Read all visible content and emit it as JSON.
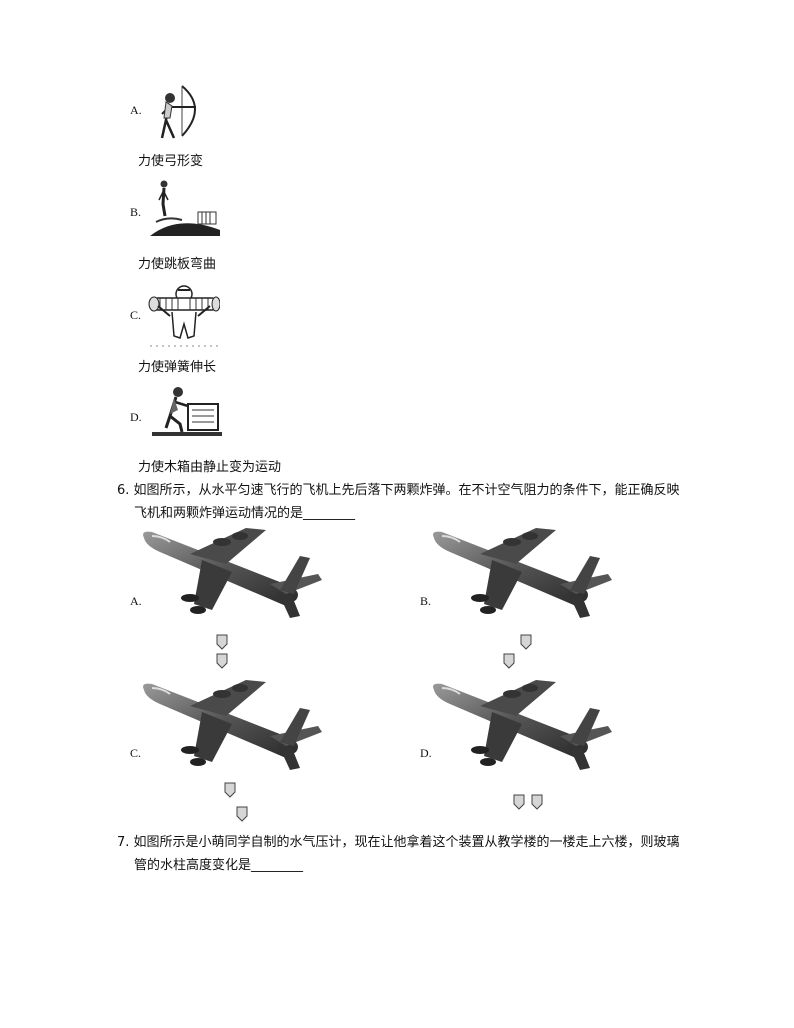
{
  "q5_options": [
    {
      "letter": "A.",
      "caption": "力使弓形变",
      "icon": "archer-icon"
    },
    {
      "letter": "B.",
      "caption": "力使跳板弯曲",
      "icon": "diver-icon"
    },
    {
      "letter": "C.",
      "caption": "力使弹簧伸长",
      "icon": "spring-stretcher-icon"
    },
    {
      "letter": "D.",
      "caption": "力使木箱由静止变为运动",
      "icon": "box-pusher-icon"
    }
  ],
  "q6": {
    "line1": "6. 如图所示，从水平匀速飞行的飞机上先后落下两颗炸弹。在不计空气阻力的条件下，能正确反映",
    "line2": "飞机和两颗炸弹运动情况的是________",
    "options": [
      {
        "letter": "A.",
        "icon": "airplane-icon"
      },
      {
        "letter": "B.",
        "icon": "airplane-icon"
      },
      {
        "letter": "C.",
        "icon": "airplane-icon"
      },
      {
        "letter": "D.",
        "icon": "airplane-icon"
      }
    ]
  },
  "q7": {
    "line1": "7. 如图所示是小萌同学自制的水气压计，现在让他拿着这个装置从教学楼的一楼走上六楼，则玻璃",
    "line2": "管的水柱高度变化是________"
  }
}
